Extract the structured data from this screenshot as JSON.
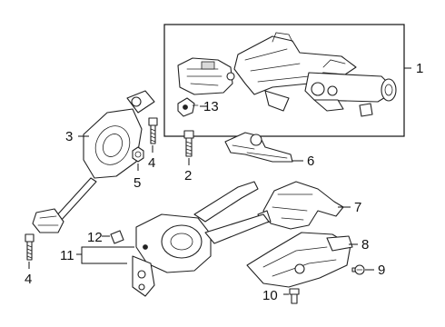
{
  "callouts": {
    "c1": "1",
    "c2": "2",
    "c3": "3",
    "c4a": "4",
    "c4b": "4",
    "c5": "5",
    "c6": "6",
    "c7": "7",
    "c8": "8",
    "c9": "9",
    "c10": "10",
    "c11": "11",
    "c12": "12",
    "c13": "13"
  },
  "colors": {
    "line": "#222222",
    "background": "#ffffff"
  }
}
